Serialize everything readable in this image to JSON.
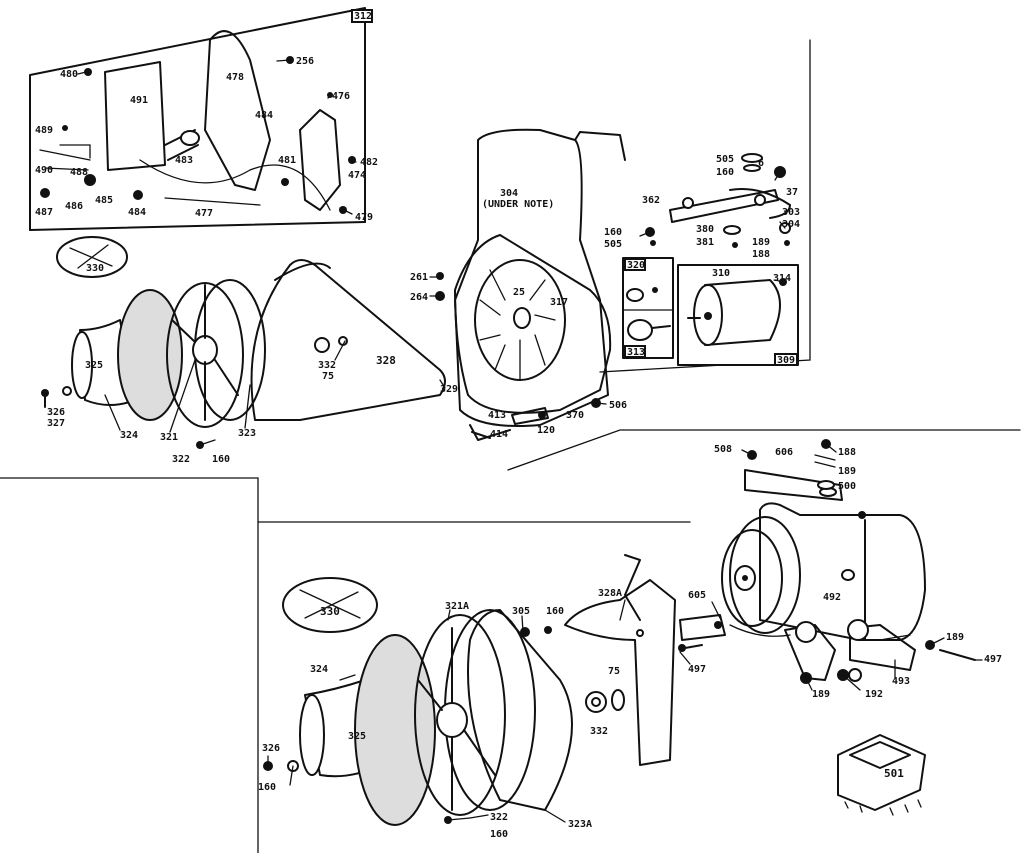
{
  "inset_labels": {
    "panel_top": "312",
    "panel_309": "309",
    "panel_313": "313",
    "panel_320": "320"
  },
  "callouts": [
    {
      "id": "c480",
      "text": "480"
    },
    {
      "id": "c491",
      "text": "491"
    },
    {
      "id": "c478",
      "text": "478"
    },
    {
      "id": "c256",
      "text": "256"
    },
    {
      "id": "c476",
      "text": "476"
    },
    {
      "id": "c484a",
      "text": "484"
    },
    {
      "id": "c489",
      "text": "489"
    },
    {
      "id": "c488",
      "text": "488"
    },
    {
      "id": "c483",
      "text": "483"
    },
    {
      "id": "c481",
      "text": "481"
    },
    {
      "id": "c482",
      "text": "482"
    },
    {
      "id": "c490",
      "text": "490"
    },
    {
      "id": "c474",
      "text": "474"
    },
    {
      "id": "c487",
      "text": "487"
    },
    {
      "id": "c486",
      "text": "486"
    },
    {
      "id": "c485",
      "text": "485"
    },
    {
      "id": "c484b",
      "text": "484"
    },
    {
      "id": "c477",
      "text": "477"
    },
    {
      "id": "c479",
      "text": "479"
    },
    {
      "id": "c330a",
      "text": "330"
    },
    {
      "id": "c325a",
      "text": "325"
    },
    {
      "id": "c326",
      "text": "326"
    },
    {
      "id": "c327",
      "text": "327"
    },
    {
      "id": "c324a",
      "text": "324"
    },
    {
      "id": "c321",
      "text": "321"
    },
    {
      "id": "c323",
      "text": "323"
    },
    {
      "id": "c322a",
      "text": "322"
    },
    {
      "id": "c160a",
      "text": "160"
    },
    {
      "id": "c332a",
      "text": "332"
    },
    {
      "id": "c75a",
      "text": "75"
    },
    {
      "id": "c328",
      "text": "328"
    },
    {
      "id": "c329",
      "text": "329"
    },
    {
      "id": "c304",
      "text": "304"
    },
    {
      "id": "c304n",
      "text": "(UNDER NOTE)"
    },
    {
      "id": "c261",
      "text": "261"
    },
    {
      "id": "c264",
      "text": "264"
    },
    {
      "id": "c25",
      "text": "25"
    },
    {
      "id": "c317",
      "text": "317"
    },
    {
      "id": "c413",
      "text": "413"
    },
    {
      "id": "c414",
      "text": "414"
    },
    {
      "id": "c120",
      "text": "120"
    },
    {
      "id": "c370",
      "text": "370"
    },
    {
      "id": "c506",
      "text": "506"
    },
    {
      "id": "c362",
      "text": "362"
    },
    {
      "id": "c505a",
      "text": "505"
    },
    {
      "id": "c160b",
      "text": "160"
    },
    {
      "id": "c6",
      "text": "6"
    },
    {
      "id": "c37",
      "text": "37"
    },
    {
      "id": "c303",
      "text": "303"
    },
    {
      "id": "c304b",
      "text": "304"
    },
    {
      "id": "c160c",
      "text": "160"
    },
    {
      "id": "c505b",
      "text": "505"
    },
    {
      "id": "c380",
      "text": "380"
    },
    {
      "id": "c381",
      "text": "381"
    },
    {
      "id": "c189",
      "text": "189"
    },
    {
      "id": "c188",
      "text": "188"
    },
    {
      "id": "c310",
      "text": "310"
    },
    {
      "id": "c314",
      "text": "314"
    },
    {
      "id": "c508",
      "text": "508"
    },
    {
      "id": "c606",
      "text": "606"
    },
    {
      "id": "c188b",
      "text": "188"
    },
    {
      "id": "c189b",
      "text": "189"
    },
    {
      "id": "c500",
      "text": "500"
    },
    {
      "id": "c330b",
      "text": "330"
    },
    {
      "id": "c321a",
      "text": "321A"
    },
    {
      "id": "c305",
      "text": "305"
    },
    {
      "id": "c160d",
      "text": "160"
    },
    {
      "id": "c328a",
      "text": "328A"
    },
    {
      "id": "c605",
      "text": "605"
    },
    {
      "id": "c492",
      "text": "492"
    },
    {
      "id": "c324b",
      "text": "324"
    },
    {
      "id": "c75b",
      "text": "75"
    },
    {
      "id": "c332b",
      "text": "332"
    },
    {
      "id": "c497a",
      "text": "497"
    },
    {
      "id": "c189c",
      "text": "189"
    },
    {
      "id": "c497b",
      "text": "497"
    },
    {
      "id": "c325b",
      "text": "325"
    },
    {
      "id": "c189d",
      "text": "189"
    },
    {
      "id": "c192",
      "text": "192"
    },
    {
      "id": "c493",
      "text": "493"
    },
    {
      "id": "c326b",
      "text": "326"
    },
    {
      "id": "c160e",
      "text": "160"
    },
    {
      "id": "c322b",
      "text": "322"
    },
    {
      "id": "c160f",
      "text": "160"
    },
    {
      "id": "c323a",
      "text": "323A"
    },
    {
      "id": "c501",
      "text": "501"
    }
  ]
}
